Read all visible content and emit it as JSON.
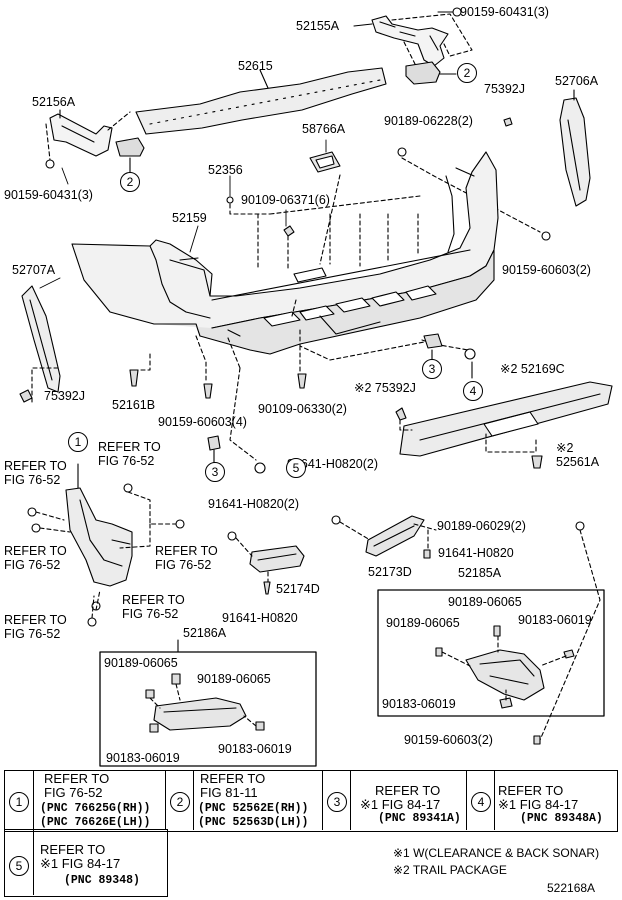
{
  "labels": {
    "p52155A": "52155A",
    "p90159_60431_3_top": "90159-60431(3)",
    "p52615": "52615",
    "p52706A": "52706A",
    "p75392J_top": "75392J",
    "p52156A": "52156A",
    "p90189_06228": "90189-06228(2)",
    "p58766A": "58766A",
    "p90159_60431_3_left": "90159-60431(3)",
    "p52356": "52356",
    "p90109_06371": "90109-06371(6)",
    "p52159": "52159",
    "p90159_60603_2_right": "90159-60603(2)",
    "p52707A": "52707A",
    "p75392J_left": "75392J",
    "p52161B": "52161B",
    "p90159_60603_4": "90159-60603(4)",
    "p90109_06330": "90109-06330(2)",
    "p75392J_mid": "※2 75392J",
    "p52169C": "※2 52169C",
    "p52561A_mark": "※2",
    "p52561A": "52561A",
    "ref_top": "REFER TO\nFIG 76-52",
    "ref_left1": "REFER TO\nFIG 76-52",
    "ref_left2": "REFER TO\nFIG 76-52",
    "ref_mid": "REFER TO\nFIG 76-52",
    "ref_low": "REFER TO\nFIG 76-52",
    "ref_bottom": "REFER TO\nFIG 76-52",
    "p91641_H0820_2_a": "91641-H0820(2)",
    "p91641_H0820_2_b": "91641-H0820(2)",
    "p90189_06029": "90189-06029(2)",
    "p91641_H0820_r": "91641-H0820",
    "p52174D": "52174D",
    "p52173D": "52173D",
    "p52185A": "52185A",
    "p91641_H0820_c": "91641-H0820",
    "p52186A": "52186A",
    "b1_90189_06065_a": "90189-06065",
    "b1_90189_06065_b": "90189-06065",
    "b1_90183_06019_a": "90183-06019",
    "b1_90183_06019_b": "90183-06019",
    "b2_90189_06065_a": "90189-06065",
    "b2_90189_06065_b": "90189-06065",
    "b2_90183_06019_a": "90183-06019",
    "b2_90183_06019_b": "90183-06019",
    "p90159_60603_2_bottom": "90159-60603(2)"
  },
  "circles": {
    "c2_top": "2",
    "c2_left": "2",
    "c3_mid": "3",
    "c4_mid": "4",
    "c1_left": "1",
    "c3_low": "3",
    "c5_low": "5"
  },
  "legend": {
    "n1": "1",
    "n2": "2",
    "n3": "3",
    "n4": "4",
    "n5": "5",
    "t1": "REFER TO\nFIG 76-52",
    "m1": "(PNC 76625G(RH))\n(PNC 76626E(LH))",
    "t2": "REFER TO\nFIG 81-11",
    "m2": "(PNC 52562E(RH))\n(PNC 52563D(LH))",
    "t3": "REFER TO\n※1 FIG 84-17",
    "m3": "(PNC 89341A)",
    "t4": "REFER TO\n※1 FIG 84-17",
    "m4": "(PNC 89348A)",
    "t5": "REFER TO\n※1 FIG 84-17",
    "m5": "(PNC 89348)",
    "note1": "※1 W(CLEARANCE & BACK SONAR)",
    "note2": "※2 TRAIL PACKAGE",
    "code": "522168A"
  }
}
